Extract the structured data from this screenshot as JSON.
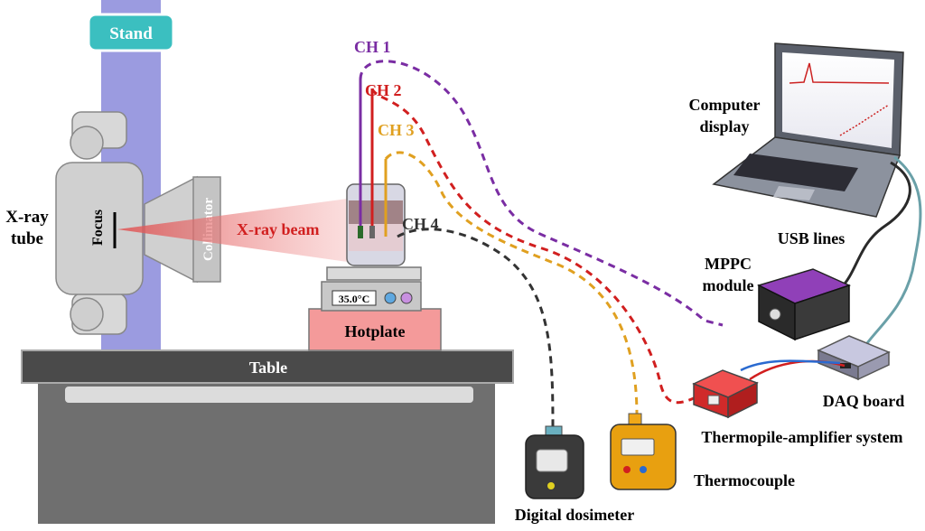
{
  "labels": {
    "stand": "Stand",
    "xray_tube": [
      "X-ray",
      "tube"
    ],
    "focus": "Focus",
    "collimator": "Collimator",
    "xray_beam": "X-ray beam",
    "ch1": "CH 1",
    "ch2": "CH 2",
    "ch3": "CH 3",
    "ch4": "CH 4",
    "hotplate": "Hotplate",
    "hotplate_temp": "35.0°C",
    "table": "Table",
    "computer": [
      "Computer",
      "display"
    ],
    "usb_lines": "USB lines",
    "mppc": [
      "MPPC",
      "module"
    ],
    "daq": "DAQ board",
    "thermopile": "Thermopile-amplifier system",
    "thermocouple": "Thermocouple",
    "dosimeter": "Digital dosimeter"
  },
  "colors": {
    "ch1": "#7a2da3",
    "ch2": "#d11f1f",
    "ch3": "#e0a020",
    "ch4": "#333333",
    "stand_badge": "#3bbfc0",
    "hotplate_base": "#f49a9a",
    "mppc_top": "#7f3fa0",
    "thermopile": "#e53030",
    "thermocouple": "#f0a818"
  }
}
